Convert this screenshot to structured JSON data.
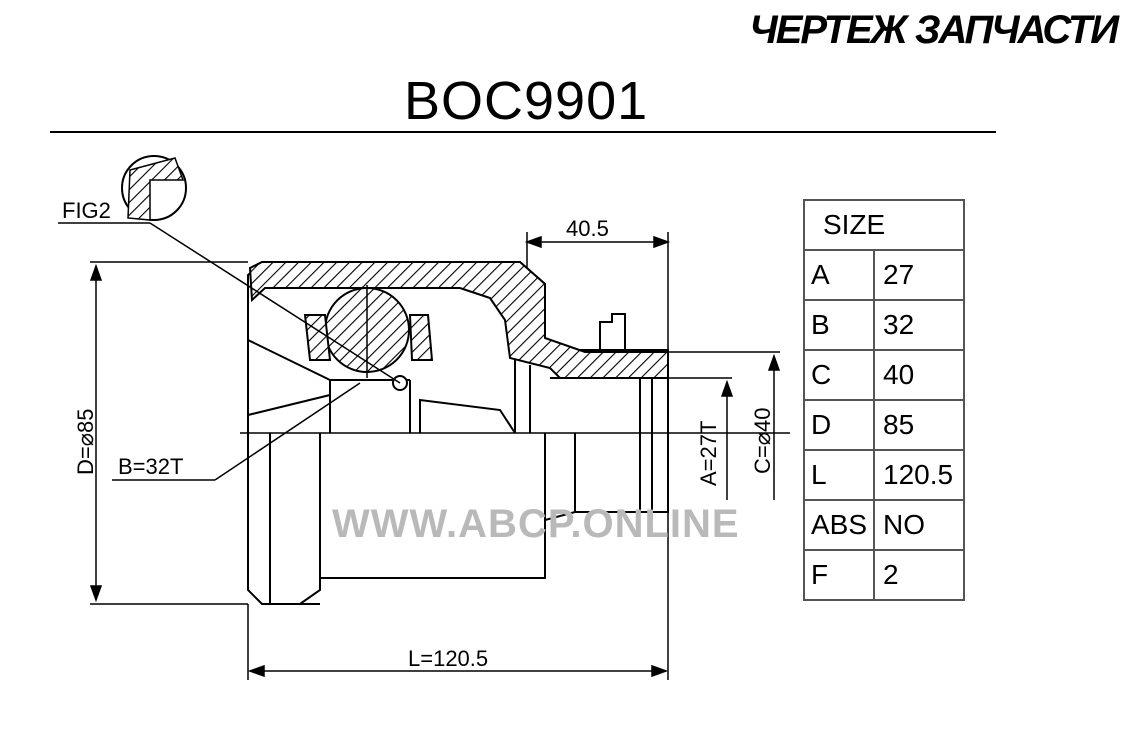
{
  "header": {
    "title": "ЧЕРТЕЖ ЗАПЧАСТИ"
  },
  "part": {
    "number": "BOC9901"
  },
  "drawing": {
    "labels": {
      "fig": "FIG2",
      "dim_top": "40.5",
      "dim_d": "D=⌀85",
      "dim_b": "B=32T",
      "dim_a": "A=27T",
      "dim_c": "C=⌀40",
      "dim_l": "L=120.5"
    }
  },
  "watermark": "WWW.ABCP.ONLINE",
  "size_table": {
    "header": "SIZE",
    "rows": [
      {
        "key": "A",
        "value": "27"
      },
      {
        "key": "B",
        "value": "32"
      },
      {
        "key": "C",
        "value": "40"
      },
      {
        "key": "D",
        "value": "85"
      },
      {
        "key": "L",
        "value": "120.5"
      },
      {
        "key": "ABS",
        "value": "NO"
      },
      {
        "key": "F",
        "value": "2"
      }
    ]
  }
}
